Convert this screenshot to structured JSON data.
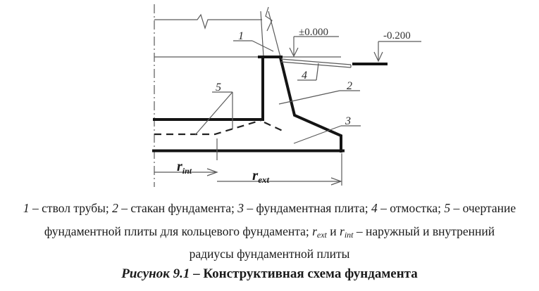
{
  "figure": {
    "callouts": {
      "c1": "1",
      "c2": "2",
      "c3": "3",
      "c4": "4",
      "c5": "5"
    },
    "elevations": {
      "zero": "±0.000",
      "minus": "-0.200"
    },
    "radii": {
      "r": "r",
      "int_sub": "int",
      "ext_sub": "ext"
    },
    "colors": {
      "background": "#ffffff",
      "thin_line": "#5a5a5a",
      "thick_line": "#141414",
      "text": "#1b1b1b"
    }
  },
  "caption": {
    "line1": {
      "n1": "1",
      "t1": " – ствол трубы; ",
      "n2": "2",
      "t2": " – стакан фундамента; ",
      "n3": "3",
      "t3": " – фундаментная плита; ",
      "n4": "4",
      "t4": " – отмостка; ",
      "n5": "5",
      "t5": " – очертание"
    },
    "line2": {
      "t1": "фундаментной плиты для кольцевого фундамента; ",
      "r1": "r",
      "s1": "ext",
      "t2": " и ",
      "r2": "r",
      "s2": "int",
      "t3": " – наружный и внутренний"
    },
    "line3": "радиусы фундаментной плиты",
    "title": {
      "label": "Рисунок 9.1",
      "sep": " – ",
      "text": "Конструктивная схема фундамента"
    }
  }
}
